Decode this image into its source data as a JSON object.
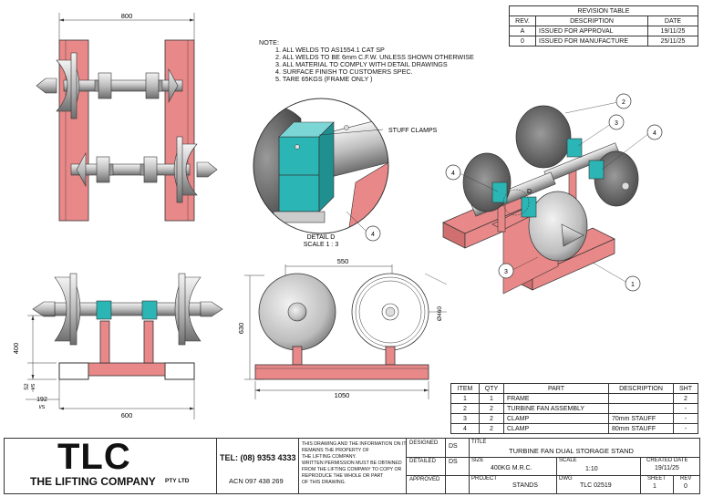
{
  "revision_table": {
    "title": "REVISION TABLE",
    "headers": [
      "REV.",
      "DESCRIPTION",
      "DATE"
    ],
    "rows": [
      [
        "A",
        "ISSUED FOR APPROVAL",
        "19/11/25"
      ],
      [
        "0",
        "ISSUED FOR MANUFACTURE",
        "25/11/25"
      ]
    ]
  },
  "notes": {
    "heading": "NOTE:",
    "items": [
      "1. ALL WELDS TO AS1554.1 CAT SP",
      "2. ALL WELDS TO BE 6mm C.F.W. UNLESS SHOWN OTHERWISE",
      "3. ALL MATERIAL TO COMPLY WITH DETAIL DRAWINGS",
      "4. SURFACE FINISH TO CUSTOMERS SPEC.",
      "5. TARE 65KGS (FRAME ONLY )"
    ]
  },
  "dimensions": {
    "top_width": "800",
    "front_width": "600",
    "front_height": "400",
    "front_small": "52",
    "front_small_unit": "I/S",
    "front_offset": "192",
    "front_offset_unit": "I/S",
    "side_width": "550",
    "side_height": "630",
    "side_length": "1050",
    "diameter": "Ø460"
  },
  "detail": {
    "callout": "STUFF CLAMPS",
    "label": "DETAIL D",
    "scale": "SCALE 1 : 3",
    "balloon": "4",
    "section_letter": "D"
  },
  "iso_balloons": [
    "2",
    "3",
    "4",
    "4",
    "3",
    "1"
  ],
  "bom": {
    "headers": [
      "ITEM",
      "QTY",
      "PART",
      "DESCRIPTION",
      "SHT"
    ],
    "rows": [
      [
        "1",
        "1",
        "FRAME",
        "",
        "2"
      ],
      [
        "2",
        "2",
        "TURBINE FAN ASSEMBLY",
        "",
        "-"
      ],
      [
        "3",
        "2",
        "CLAMP",
        "70mm STAUFF",
        "-"
      ],
      [
        "4",
        "2",
        "CLAMP",
        "80mm STAUFF",
        "-"
      ]
    ]
  },
  "title_block": {
    "logo": "TLC",
    "company": "THE LIFTING COMPANY",
    "company_suffix": "PTY LTD",
    "tel": "TEL: (08) 9353 4333",
    "acn": "ACN 097 438 269",
    "disclaimer": [
      "THIS DRAWING AND THE INFORMATION ON IT",
      "REMAINS THE PROPERTY OF",
      "THE LIFTING COMPANY.",
      "WRITTEN PERMISSION MUST BE OBTAINED",
      "FROM THE LIFTING COMPANY TO COPY OR",
      "REPRODUCE THE WHOLE OR PART",
      "OF THIS DRAWING."
    ],
    "designed_label": "DESIGNED",
    "designed_value": "DS",
    "detailed_label": "DETAILED",
    "detailed_value": "DS",
    "approved_label": "APPROVED",
    "title_label": "TITLE",
    "title_value": "TURBINE FAN DUAL STORAGE STAND",
    "size_label": "SIZE",
    "size_value": "400KG M.R.C.",
    "scale_label": "SCALE",
    "scale_value": "1:10",
    "created_label": "CREATED DATE",
    "created_value": "19/11/25",
    "project_label": "PROJECT",
    "project_value": "STANDS",
    "dwg_label": "DWG",
    "dwg_value": "TLC 02519",
    "sheet_label": "SHEET",
    "sheet_value": "1",
    "rev_label": "REV",
    "rev_value": "0"
  },
  "colors": {
    "frame": "#e88888",
    "clamp": "#2bb5b5",
    "steel": "#bdbdbd"
  }
}
